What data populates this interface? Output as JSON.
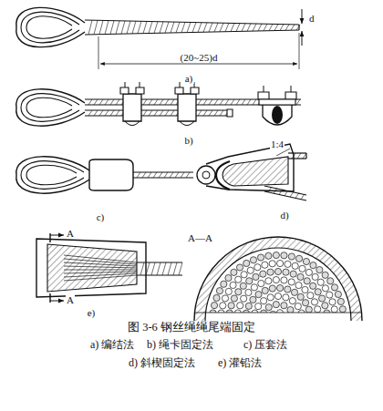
{
  "diagram": {
    "caption": "图 3-6 钢丝绳绳尾端固定",
    "labels": [
      "d",
      "(20~25)d",
      "a)",
      "b)",
      "c)",
      "1:4",
      "d)",
      "A—A",
      "A",
      "A",
      "e)",
      "a) 编结法",
      "b) 绳卡固定法",
      "c) 压套法",
      "d) 斜楔固定法",
      "e) 灌铅法"
    ]
  }
}
